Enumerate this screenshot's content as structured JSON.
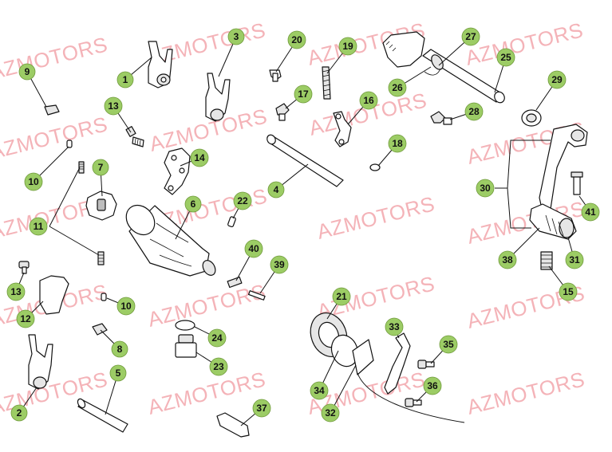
{
  "watermark": "AZMOTORS",
  "callouts": [
    "1",
    "2",
    "3",
    "4",
    "5",
    "6",
    "7",
    "8",
    "9",
    "10",
    "10",
    "11",
    "12",
    "13",
    "13",
    "14",
    "15",
    "16",
    "17",
    "18",
    "19",
    "20",
    "21",
    "22",
    "23",
    "24",
    "25",
    "26",
    "27",
    "28",
    "29",
    "30",
    "31",
    "32",
    "33",
    "34",
    "35",
    "36",
    "37",
    "38",
    "39",
    "40",
    "41"
  ],
  "colors": {
    "callout_fill": "#9ccc65",
    "watermark": "#f4b3b8",
    "line": "#111111"
  }
}
